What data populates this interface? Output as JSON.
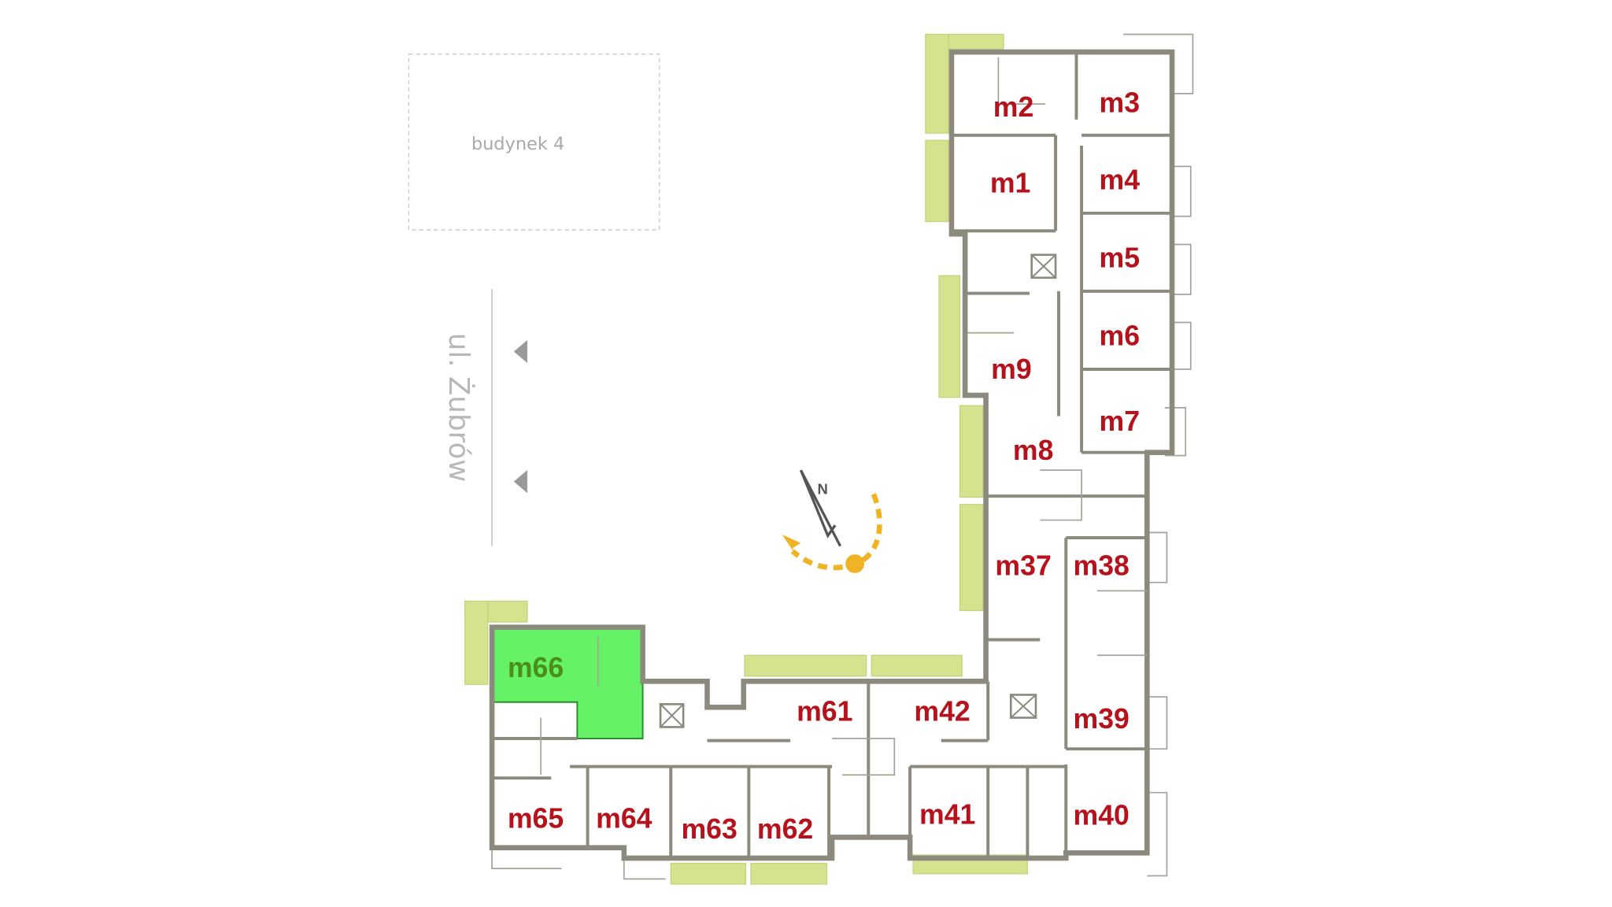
{
  "neighbour_building": "budynek 4",
  "street": "ul. Żubrów",
  "compass_letter": "N",
  "selected_unit": "m66",
  "units": [
    "m1",
    "m2",
    "m3",
    "m4",
    "m5",
    "m6",
    "m7",
    "m8",
    "m9",
    "m37",
    "m38",
    "m39",
    "m40",
    "m41",
    "m42",
    "m61",
    "m62",
    "m63",
    "m64",
    "m65",
    "m66"
  ],
  "colors": {
    "unit_label": "#b5121b",
    "selected_fill": "#66f266",
    "selected_label": "#4a8f1a",
    "balcony": "#d5e38f",
    "wall": "#8c8a7e",
    "compass_arrow": "#f0b323"
  }
}
